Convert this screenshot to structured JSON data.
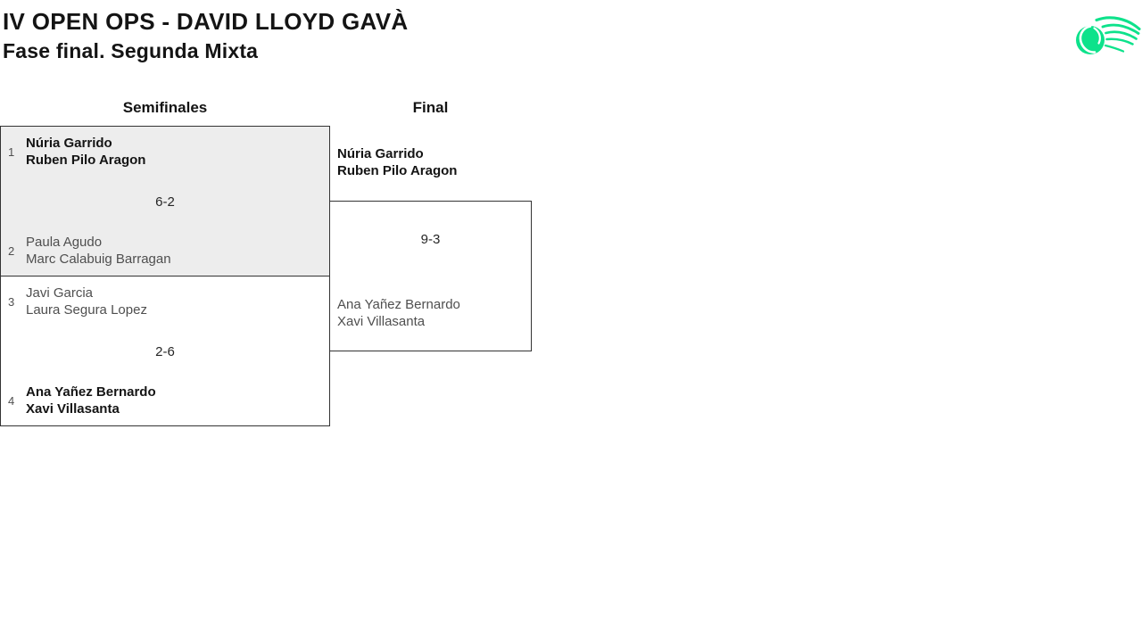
{
  "page": {
    "title": "IV OPEN OPS - DAVID LLOYD GAVÀ",
    "subtitle": "Fase final. Segunda Mixta"
  },
  "logo": {
    "description": "tennis-ball-with-speed-lines",
    "color": "#0de28b"
  },
  "colors": {
    "accent_green": "#0de28b",
    "box_border": "#333333",
    "highlight_box_fill": "#ededed",
    "winner_text": "#141414",
    "loser_text": "#4f4f4f"
  },
  "bracket": {
    "rounds": [
      {
        "label": "Semifinales"
      },
      {
        "label": "Final"
      }
    ],
    "semifinals": [
      {
        "score": "6-2",
        "teams": [
          {
            "seed": "1",
            "players": [
              "Núria Garrido",
              "Ruben Pilo Aragon"
            ],
            "winner": true
          },
          {
            "seed": "2",
            "players": [
              "Paula Agudo",
              "Marc Calabuig Barragan"
            ],
            "winner": false
          }
        ]
      },
      {
        "score": "2-6",
        "teams": [
          {
            "seed": "3",
            "players": [
              "Javi Garcia",
              "Laura Segura Lopez"
            ],
            "winner": false
          },
          {
            "seed": "4",
            "players": [
              "Ana Yañez Bernardo",
              "Xavi Villasanta"
            ],
            "winner": true
          }
        ]
      }
    ],
    "final": {
      "score": "9-3",
      "teams": [
        {
          "players": [
            "Núria Garrido",
            "Ruben Pilo Aragon"
          ],
          "winner": true
        },
        {
          "players": [
            "Ana Yañez Bernardo",
            "Xavi Villasanta"
          ],
          "winner": false
        }
      ]
    }
  }
}
